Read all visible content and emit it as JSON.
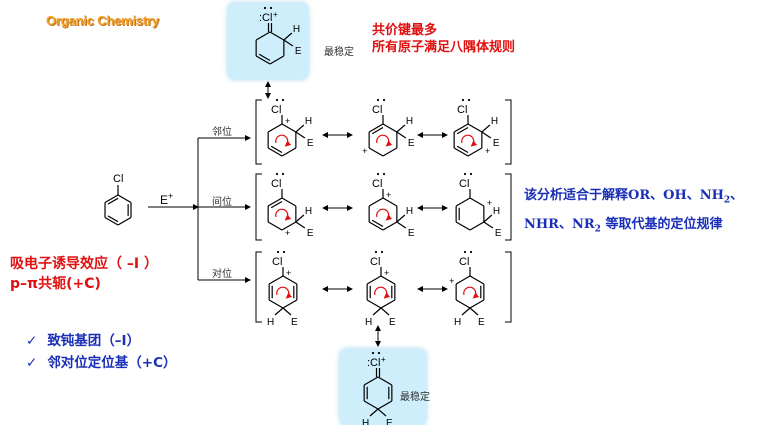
{
  "header": {
    "logo_text": "Organic Chemistry"
  },
  "top_callout": {
    "line1": "共价键最多",
    "line2": "所有原子满足八隅体规则"
  },
  "stability_label_top": "最稳定",
  "stability_label_bottom": "最稳定",
  "reactant": {
    "label": "Cl"
  },
  "reagent": {
    "label": "E",
    "charge": "+"
  },
  "branches": {
    "ortho": "邻位",
    "meta": "间位",
    "para": "对位"
  },
  "effects": {
    "line1": "吸电子诱导效应（ –I ）",
    "line2": "p–π共轭(+C)"
  },
  "checks": {
    "item1": "致钝基团（–I）",
    "item2": "邻对位定位基（+C）"
  },
  "right_note": {
    "line1_main": "该分析适合于解释OR、OH、NH",
    "line1_sub": "2",
    "line1_end": "、",
    "line2_start": "NHR、NR",
    "line2_sub": "2",
    "line2_end": " 等取代基的定位规律"
  },
  "atoms": {
    "chlorine": "Cl",
    "electrophile": "E",
    "hydrogen": "H",
    "plus": "+",
    "minus": "-"
  },
  "colors": {
    "highlight_box": "#cdeefa",
    "arrow_red": "#e01010",
    "text_red": "#e01010",
    "text_blue": "#1a2fb8",
    "logo_orange": "#f2a12a"
  }
}
